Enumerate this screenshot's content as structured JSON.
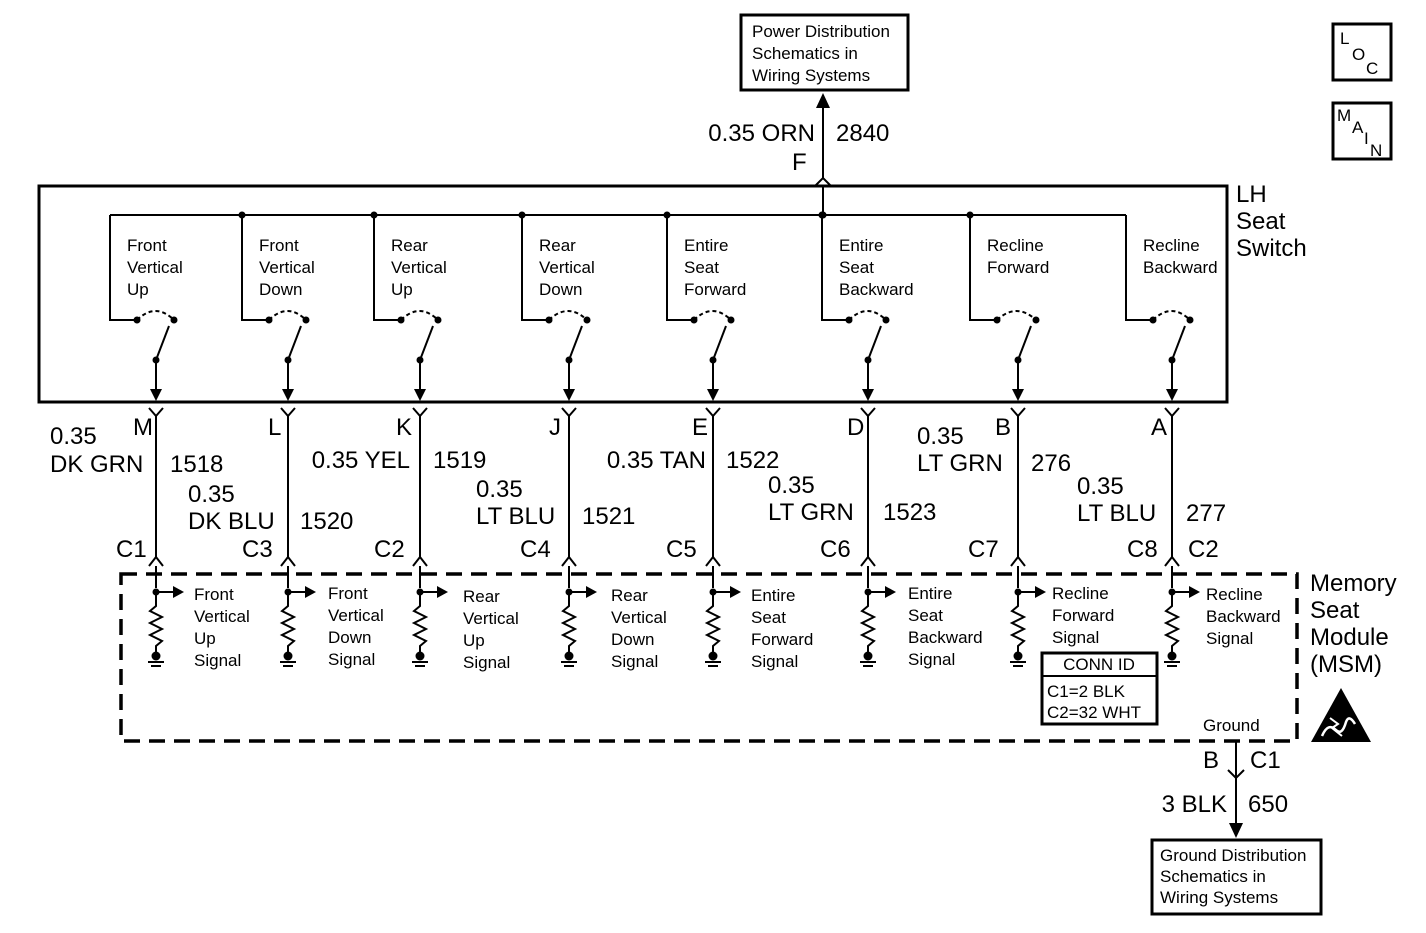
{
  "power_box": {
    "lines": [
      "Power Distribution",
      "Schematics in",
      "Wiring Systems"
    ]
  },
  "ground_box": {
    "lines": [
      "Ground Distribution",
      "Schematics in",
      "Wiring Systems"
    ]
  },
  "loc_icon": {
    "letters": [
      "L",
      "O",
      "C"
    ]
  },
  "main_icon": {
    "letters": [
      "M",
      "A",
      "I",
      "N"
    ]
  },
  "power_feed": {
    "wire": "0.35 ORN",
    "circuit": "2840",
    "pin": "F"
  },
  "switch_title": [
    "LH",
    "Seat",
    "Switch"
  ],
  "module_title": [
    "Memory",
    "Seat",
    "Module",
    "(MSM)"
  ],
  "conn_id": {
    "title": "CONN ID",
    "lines": [
      "C1=2 BLK",
      "C2=32 WHT"
    ]
  },
  "ground": {
    "label": "Ground",
    "pin": "B",
    "connector": "C1",
    "wire": "3 BLK",
    "circuit": "650"
  },
  "channels": [
    {
      "switch_label": [
        "Front",
        "Vertical",
        "Up"
      ],
      "pin": "M",
      "wire": [
        "0.35",
        "DK GRN"
      ],
      "circuit": "1518",
      "connector": "C1",
      "signal": [
        "Front",
        "Vertical",
        "Up",
        "Signal"
      ]
    },
    {
      "switch_label": [
        "Front",
        "Vertical",
        "Down"
      ],
      "pin": "L",
      "wire": [
        "0.35",
        "DK BLU"
      ],
      "circuit": "1520",
      "connector": "C3",
      "signal": [
        "Front",
        "Vertical",
        "Down",
        "Signal"
      ]
    },
    {
      "switch_label": [
        "Rear",
        "Vertical",
        "Up"
      ],
      "pin": "K",
      "wire": [
        "0.35 YEL"
      ],
      "circuit": "1519",
      "connector": "C2",
      "signal": [
        "Rear",
        "Vertical",
        "Up",
        "Signal"
      ]
    },
    {
      "switch_label": [
        "Rear",
        "Vertical",
        "Down"
      ],
      "pin": "J",
      "wire": [
        "0.35",
        "LT BLU"
      ],
      "circuit": "1521",
      "connector": "C4",
      "signal": [
        "Rear",
        "Vertical",
        "Down",
        "Signal"
      ]
    },
    {
      "switch_label": [
        "Entire",
        "Seat",
        "Forward"
      ],
      "pin": "E",
      "wire": [
        "0.35 TAN"
      ],
      "circuit": "1522",
      "connector": "C5",
      "signal": [
        "Entire",
        "Seat",
        "Forward",
        "Signal"
      ]
    },
    {
      "switch_label": [
        "Entire",
        "Seat",
        "Backward"
      ],
      "pin": "D",
      "wire": [
        "0.35",
        "LT GRN"
      ],
      "circuit": "1523",
      "connector": "C6",
      "signal": [
        "Entire",
        "Seat",
        "Backward",
        "Signal"
      ]
    },
    {
      "switch_label": [
        "Recline",
        "Forward"
      ],
      "pin": "B",
      "wire": [
        "0.35",
        "LT GRN"
      ],
      "circuit": "276",
      "connector": "C7",
      "signal": [
        "Recline",
        "Forward",
        "Signal"
      ]
    },
    {
      "switch_label": [
        "Recline",
        "Backward"
      ],
      "pin": "A",
      "wire": [
        "0.35",
        "LT BLU"
      ],
      "circuit": "277",
      "connector": "C8",
      "connector2": "C2",
      "signal": [
        "Recline",
        "Backward",
        "Signal"
      ]
    }
  ]
}
